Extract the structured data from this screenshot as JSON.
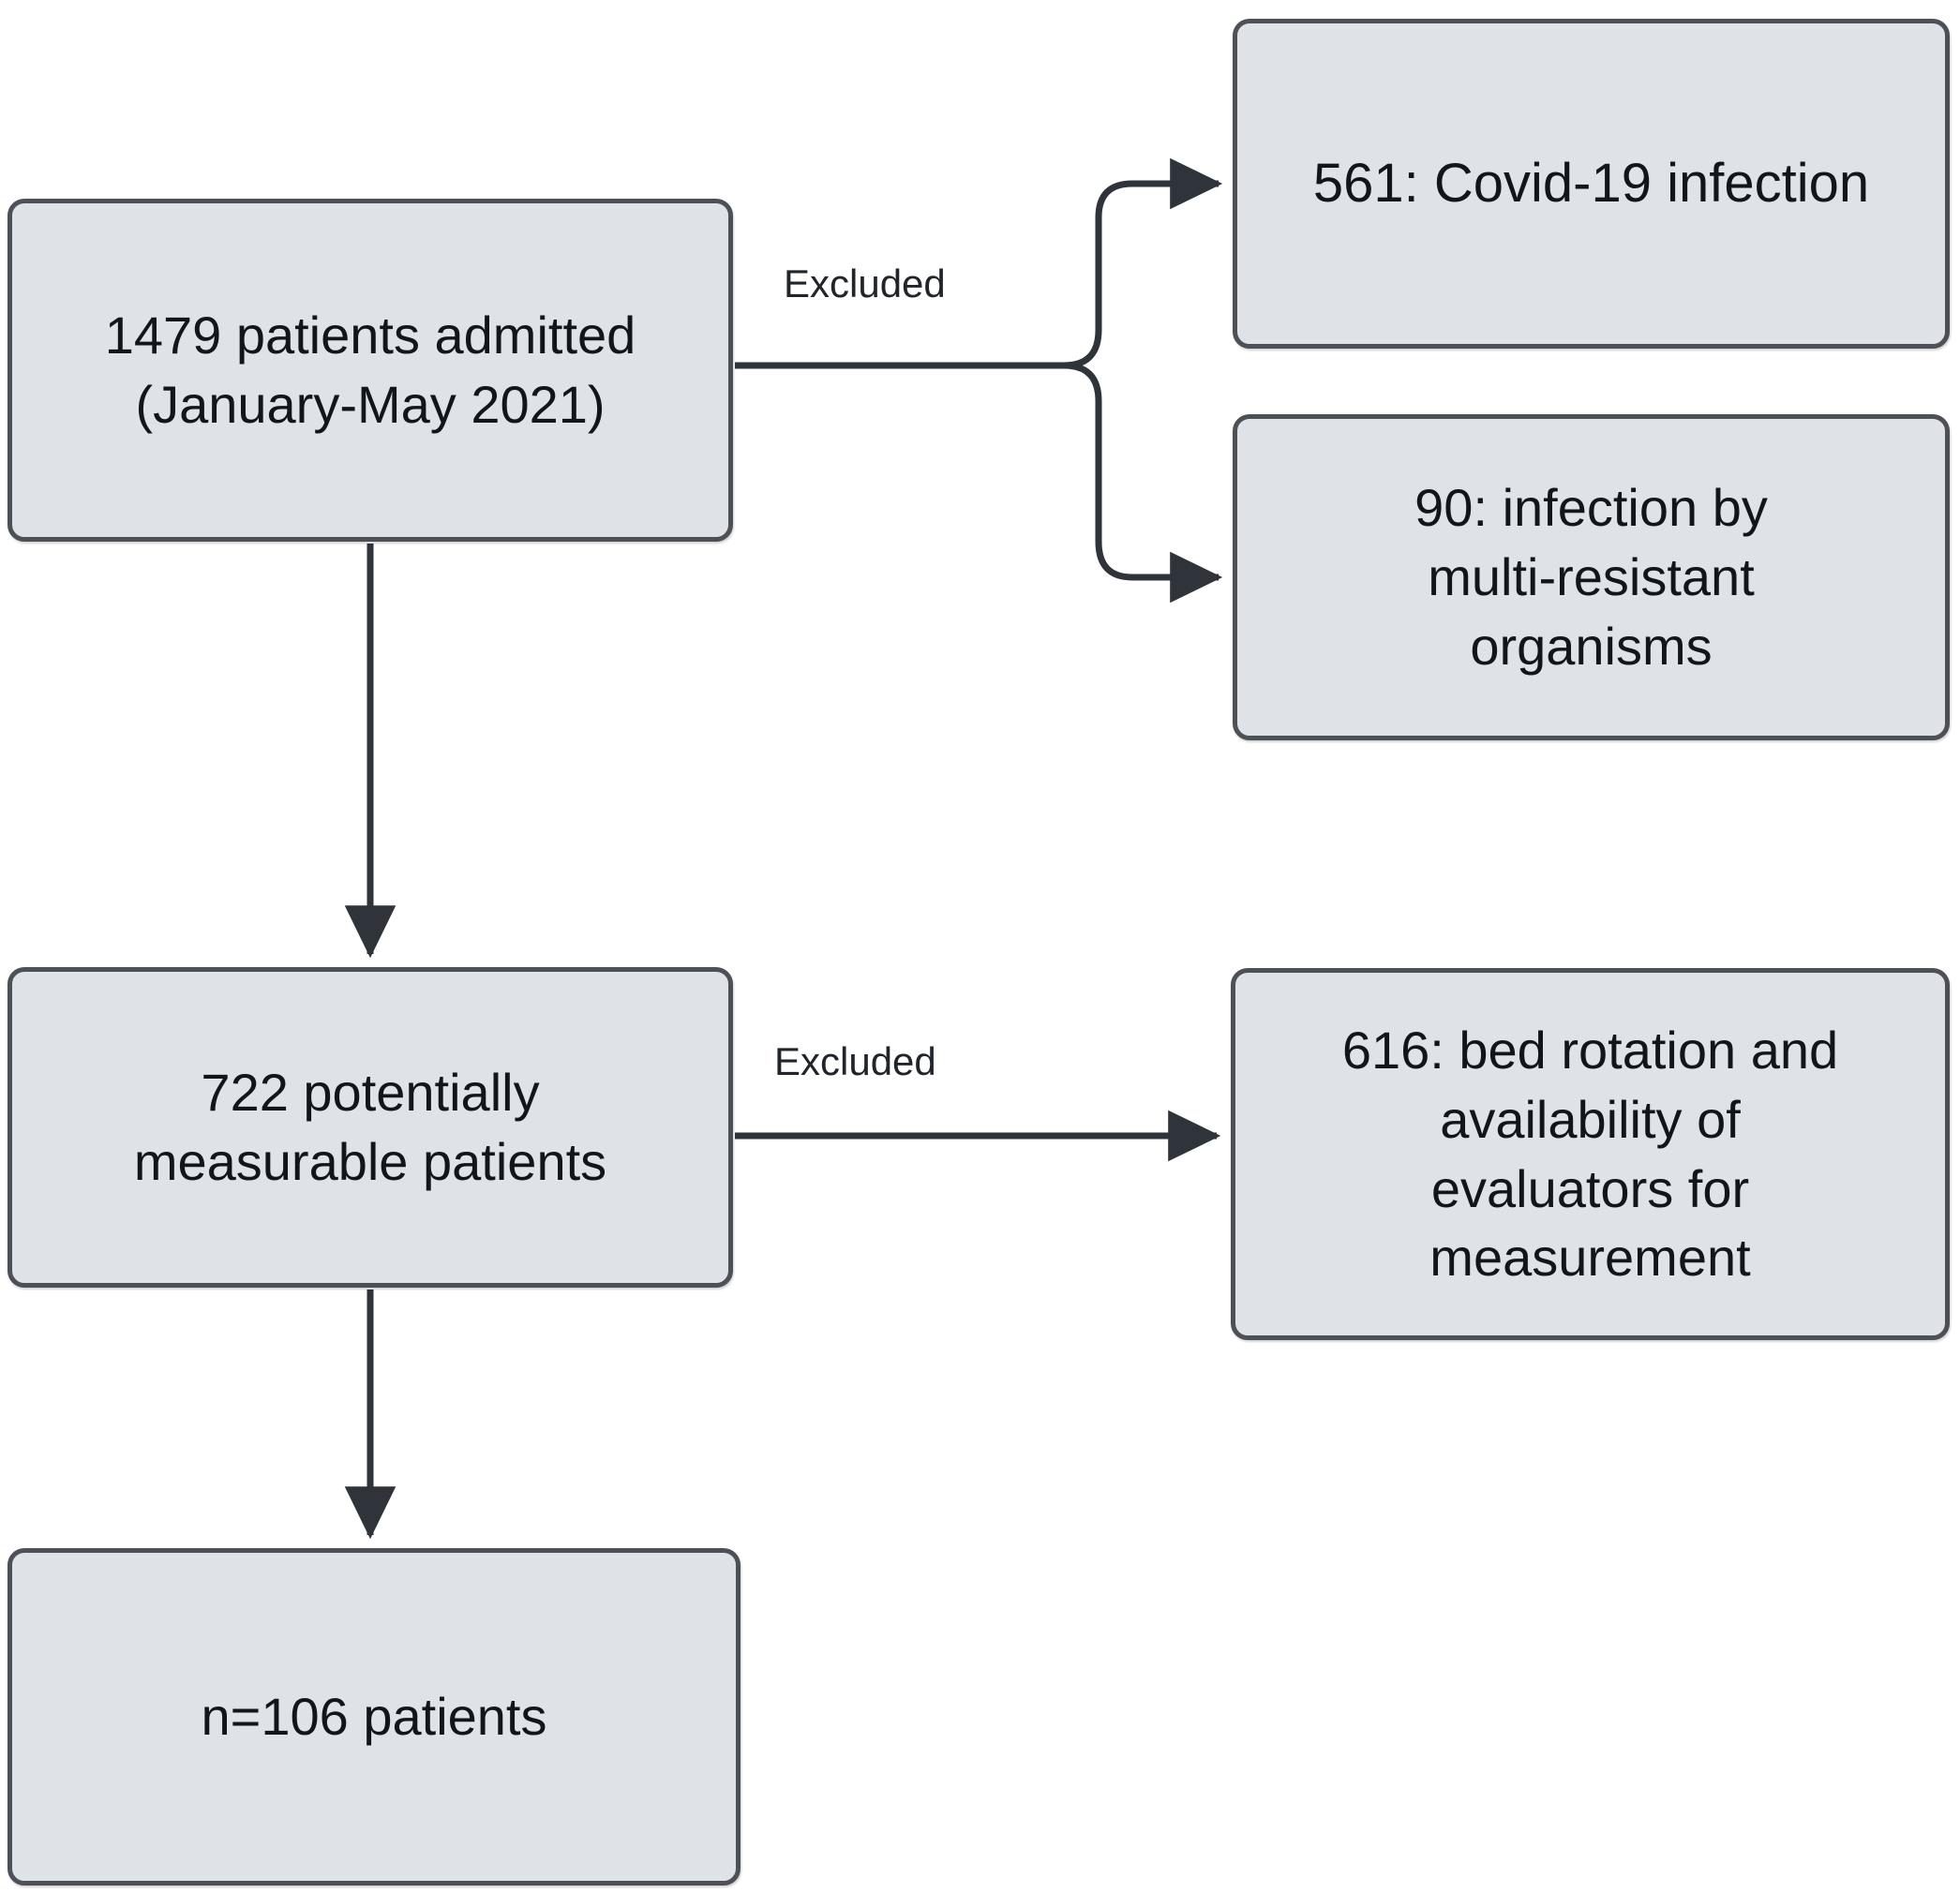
{
  "diagram": {
    "title": "Patient selection flow diagram",
    "type": "flowchart",
    "colors": {
      "node_fill": "#dfe3e8",
      "node_border": "#4d5157",
      "connector": "#2f343b",
      "text": "#12151a",
      "background": "#ffffff"
    },
    "nodes": [
      {
        "id": "admitted",
        "text": "1479 patients admitted\n(January-May 2021)",
        "count": 1479
      },
      {
        "id": "covid",
        "text": "561: Covid-19 infection",
        "count": 561
      },
      {
        "id": "mdro",
        "text": "90: infection by\nmulti-resistant\norganisms",
        "count": 90
      },
      {
        "id": "measurable",
        "text": "722 potentially\nmeasurable patients",
        "count": 722
      },
      {
        "id": "bedrot",
        "text": "616: bed rotation and\navailability of\nevaluators for\nmeasurement",
        "count": 616
      },
      {
        "id": "final",
        "text": "n=106 patients",
        "count": 106
      }
    ],
    "edge_labels": {
      "excluded_1": "Excluded",
      "excluded_2": "Excluded"
    },
    "edges": [
      {
        "from": "admitted",
        "to": "covid",
        "label": "Excluded"
      },
      {
        "from": "admitted",
        "to": "mdro",
        "label": "Excluded"
      },
      {
        "from": "admitted",
        "to": "measurable",
        "label": ""
      },
      {
        "from": "measurable",
        "to": "bedrot",
        "label": "Excluded"
      },
      {
        "from": "measurable",
        "to": "final",
        "label": ""
      }
    ]
  }
}
